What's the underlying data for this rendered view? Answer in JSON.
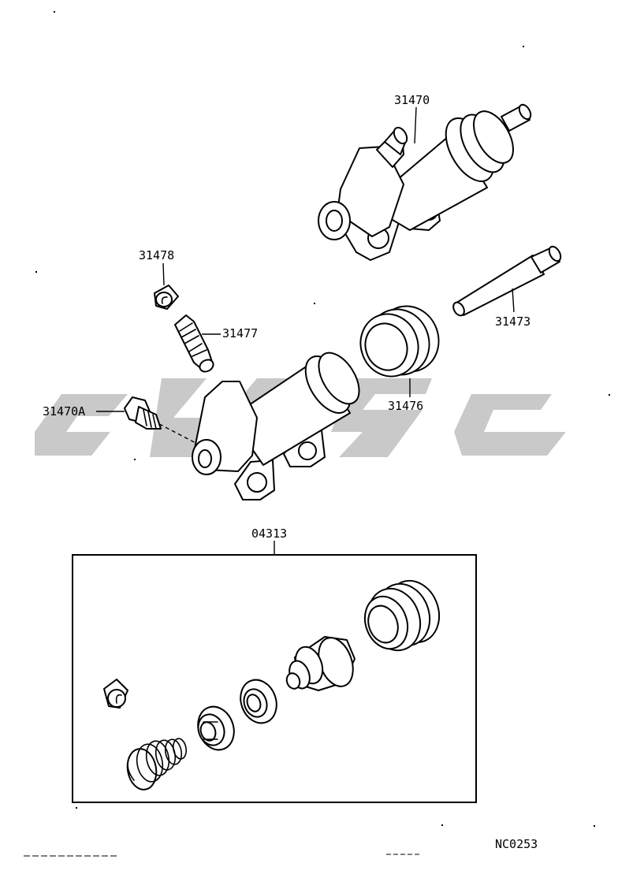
{
  "diagram": {
    "watermark": "",
    "code": "NC0253",
    "parts": [
      {
        "key": "cylinder_assy",
        "number": "31470"
      },
      {
        "key": "plug",
        "number": "31478"
      },
      {
        "key": "bleeder",
        "number": "31477"
      },
      {
        "key": "push_rod",
        "number": "31473"
      },
      {
        "key": "boot",
        "number": "31476"
      },
      {
        "key": "bolt",
        "number": "31470A"
      },
      {
        "key": "kit",
        "number": "04313"
      }
    ]
  }
}
